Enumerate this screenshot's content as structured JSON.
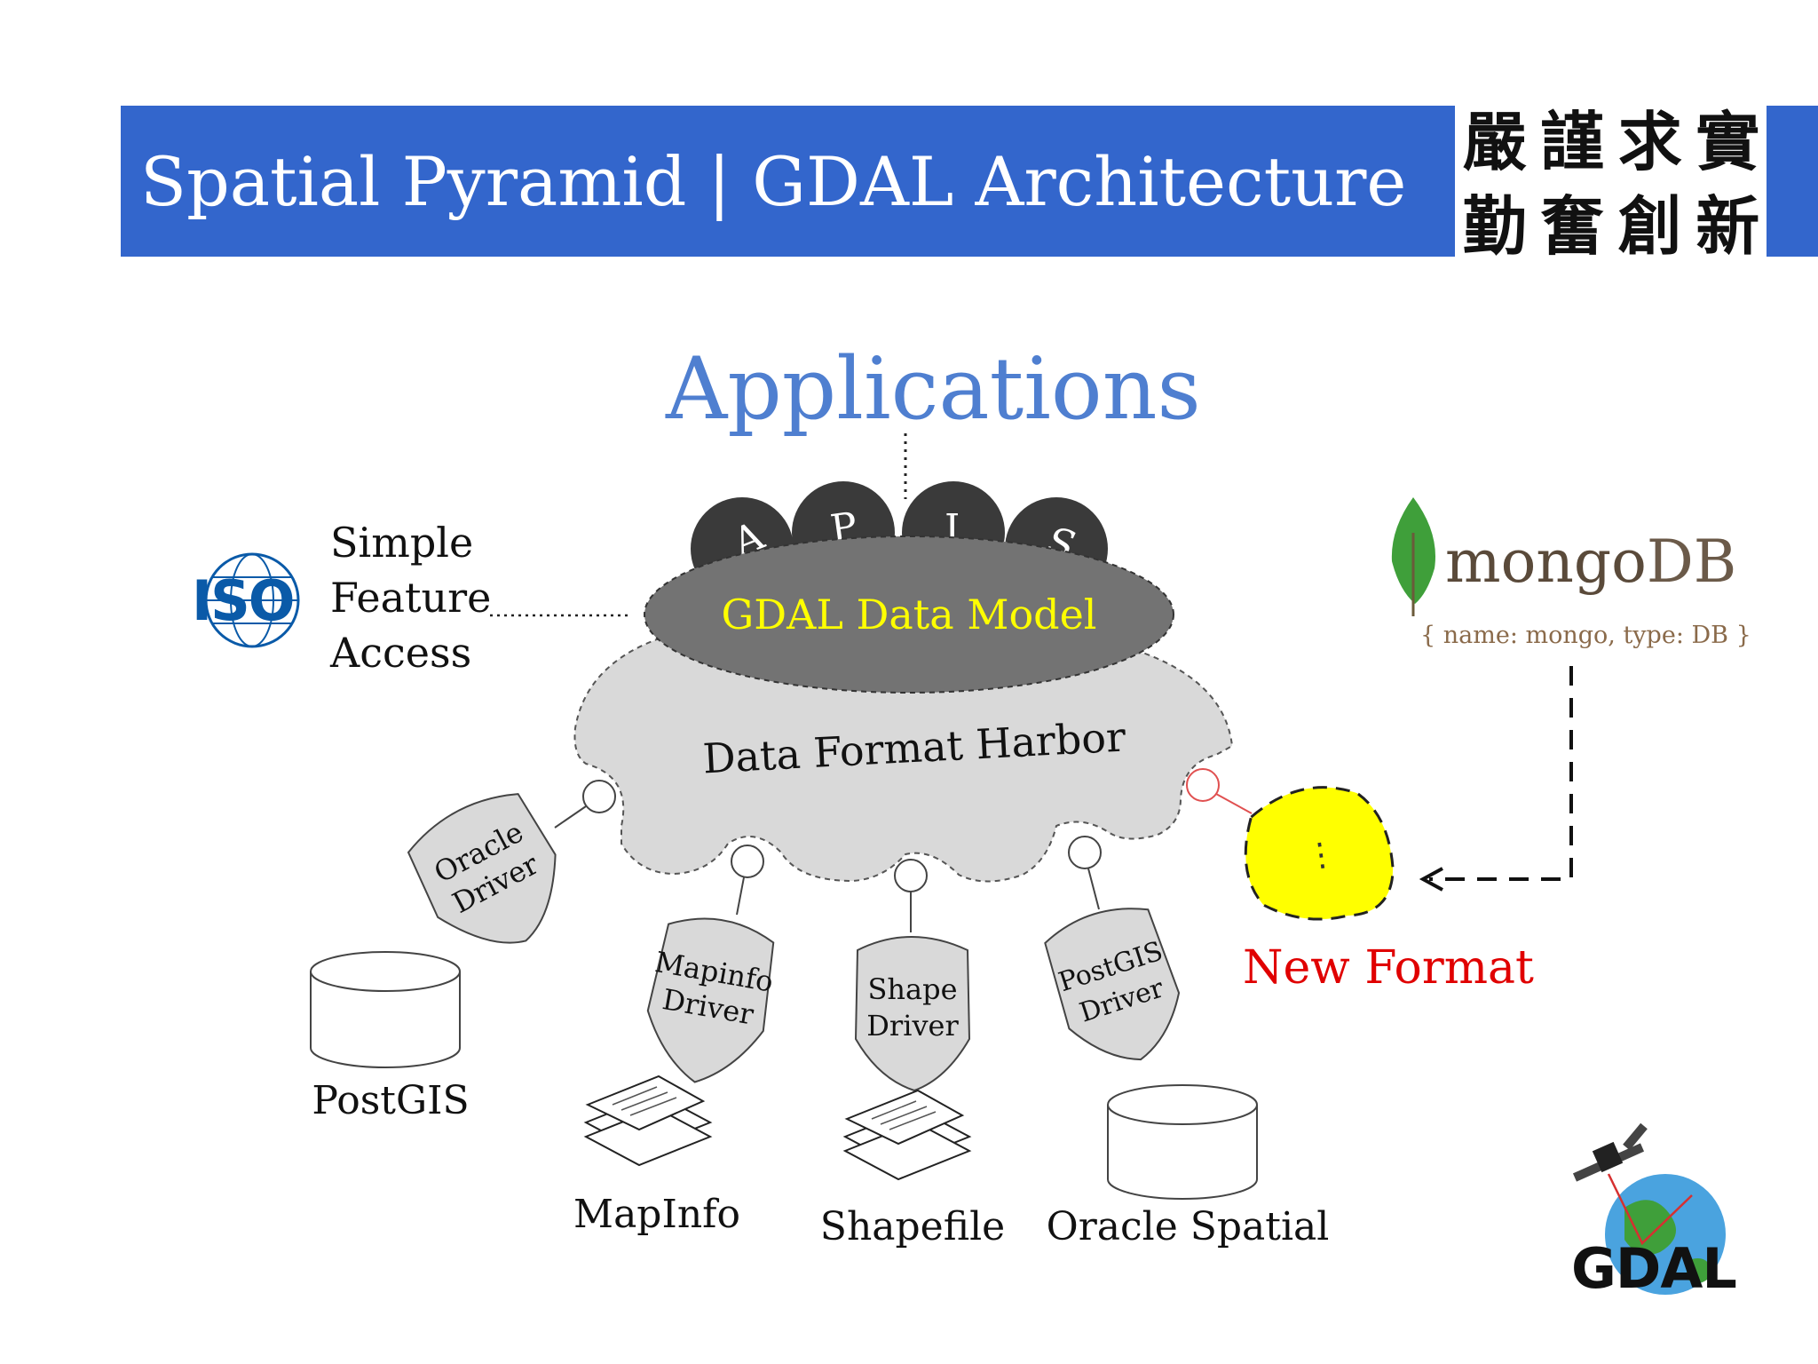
{
  "header": {
    "title": "Spatial Pyramid | GDAL Architecture",
    "calligraphy": [
      "嚴",
      "謹",
      "求",
      "實",
      "勤",
      "奮",
      "創",
      "新"
    ]
  },
  "diagram": {
    "top_label": "Applications",
    "api_letters": [
      "A",
      "P",
      "I",
      "S"
    ],
    "data_model": "GDAL Data Model",
    "harbor": "Data Format Harbor",
    "standard": {
      "logo_text": "ISO",
      "lines": [
        "Simple",
        "Feature",
        "Access"
      ]
    },
    "drivers": [
      {
        "lines": [
          "Oracle",
          "Driver"
        ]
      },
      {
        "lines": [
          "Mapinfo",
          "Driver"
        ]
      },
      {
        "lines": [
          "Shape",
          "Driver"
        ]
      },
      {
        "lines": [
          "PostGIS",
          "Driver"
        ]
      }
    ],
    "new_driver_symbol": "⋮",
    "datastores": [
      "PostGIS",
      "MapInfo",
      "Shapefile",
      "Oracle Spatial"
    ],
    "new_format": "New Format",
    "mongo": {
      "word_a": "mongo",
      "word_b": "DB",
      "json": "{ name: mongo, type: DB }"
    },
    "gdal_logo_text": "GDAL"
  },
  "colors": {
    "title_bar": "#3366cc",
    "applications": "#4f7fd0",
    "data_model_text": "#ffff00",
    "new_format": "#e00000",
    "new_driver_fill": "#ffff00"
  }
}
